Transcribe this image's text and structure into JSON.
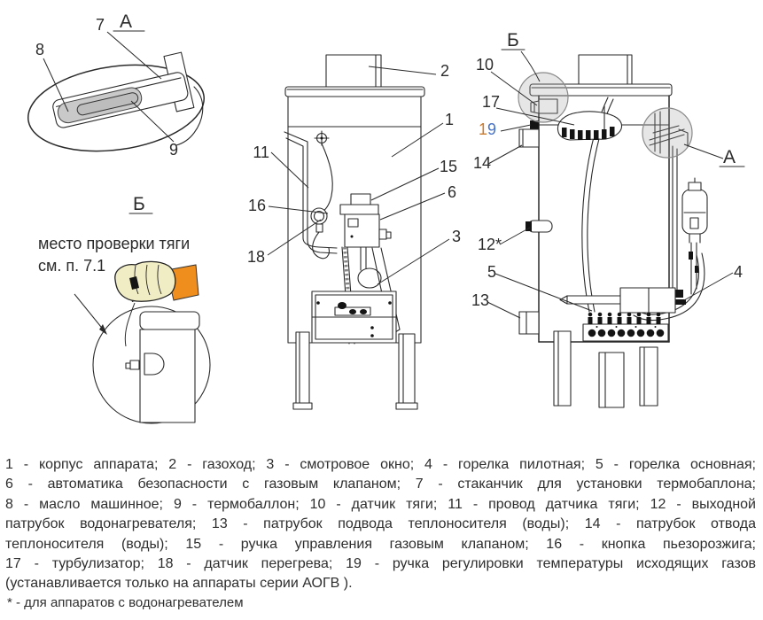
{
  "colors": {
    "line": "#2a2a2a",
    "glove": "#f0ecc4",
    "sleeve": "#ef8d1d",
    "match": "#141414",
    "oil_fill": "#c9c9c9",
    "bulb_fill": "#bdbdbd",
    "zone_fill": "#9a9a9a",
    "label19_digit1": "#c87a2e",
    "label19_digit2": "#4671c6"
  },
  "detail_a": {
    "title": "А",
    "callouts": {
      "n7": "7",
      "n8": "8",
      "n9": "9"
    }
  },
  "detail_b": {
    "title": "Б",
    "note_line1": "место проверки тяги",
    "note_line2": "см. п. 7.1"
  },
  "front_view": {
    "callouts": {
      "n1": "1",
      "n2": "2",
      "n3": "3",
      "n6": "6",
      "n11": "11",
      "n15": "15",
      "n16": "16",
      "n18": "18"
    }
  },
  "side_view": {
    "zone_top": "Б",
    "zone_right": "А",
    "callouts": {
      "n4": "4",
      "n5": "5",
      "n10": "10",
      "n12": "12*",
      "n13": "13",
      "n14": "14",
      "n17": "17",
      "n19_digit1": "1",
      "n19_digit2": "9"
    }
  },
  "legend": {
    "lines": [
      "1 - корпус аппарата; 2 - газоход; 3 - смотровое окно; 4 - горелка пилотная; 5 - горелка основная;",
      "6 - автоматика безопасности с газовым клапаном; 7 - стаканчик для установки термобаплона;",
      "8 - масло машинное; 9 - термобаллон; 10 - датчик тяги; 11 - провод датчика тяги; 12 - выходной",
      "патрубок водонагревателя; 13 - патрубок подвода теплоносителя (воды); 14 - патрубок отвода",
      "теплоносителя (воды); 15 - ручка управления газовым клапаном; 16 - кнопка пьезорозжига;",
      "17 - турбулизатор; 18 - датчик перегрева; 19 - ручка регулировки температуры исходящих газов",
      "(устанавливается только на аппараты серии АОГВ )."
    ]
  },
  "footnote": "* - для аппаратов с водонагревателем"
}
